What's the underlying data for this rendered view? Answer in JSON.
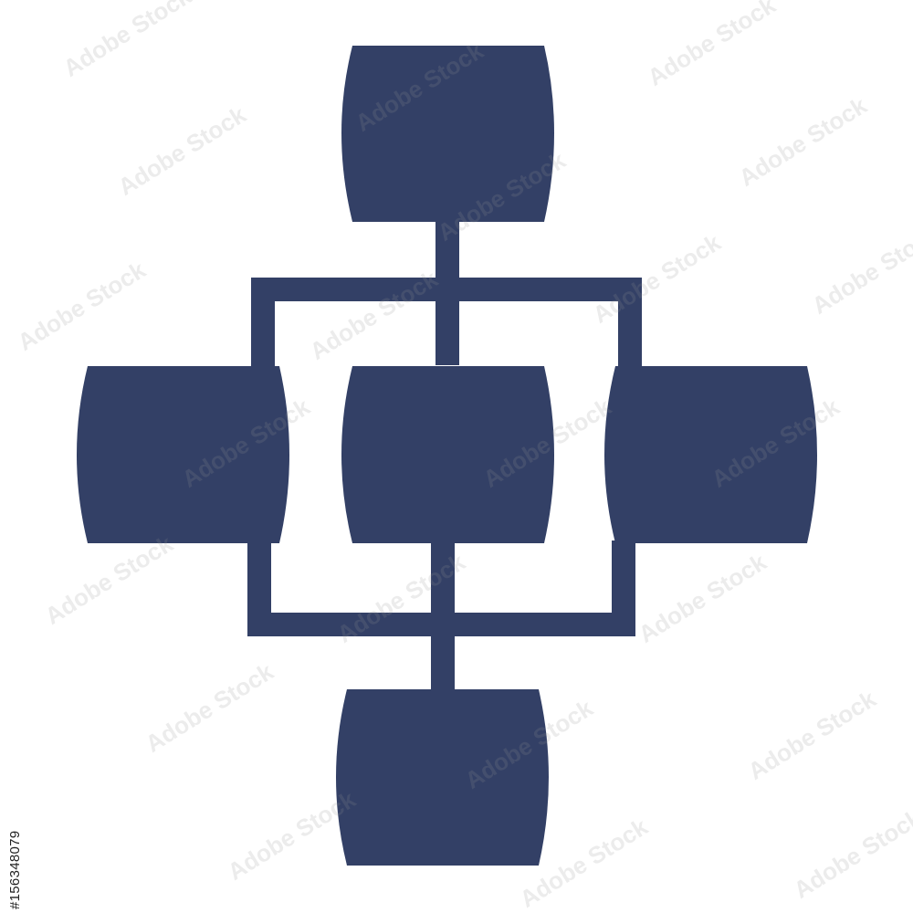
{
  "diagram": {
    "fill_color": "#334066",
    "background_color": "#ffffff",
    "nodes": [
      "top-node",
      "left-node",
      "center-node",
      "right-node",
      "bottom-node"
    ]
  },
  "watermark": {
    "text": "Adobe Stock"
  },
  "stock_id": "#156348079"
}
